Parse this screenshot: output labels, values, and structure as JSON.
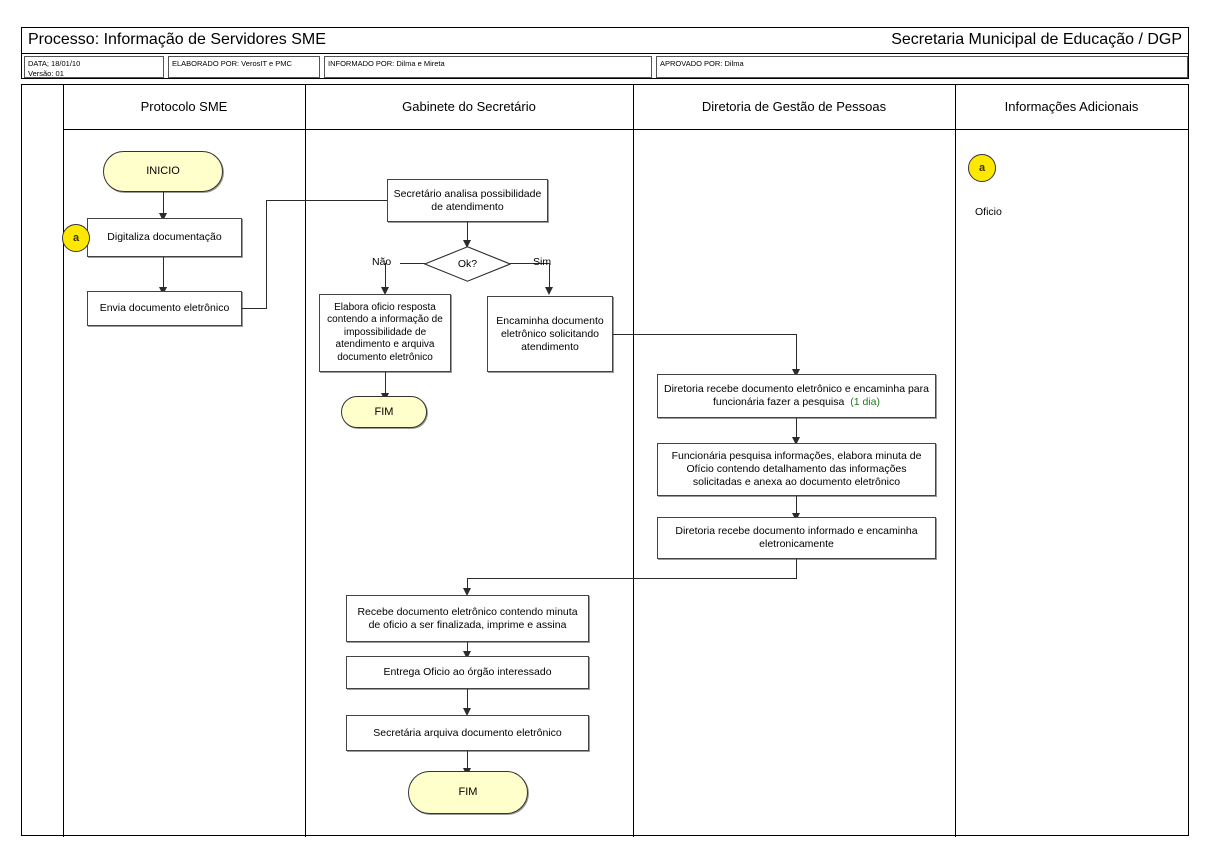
{
  "header": {
    "process_title": "Processo: Informação  de Servidores SME",
    "organization": "Secretaria Municipal de Educação / DGP",
    "meta": {
      "date_label": "DATA; 18/01/10",
      "version_label": "Versão: 01",
      "elaborated_by": "ELABORADO POR: VerosIT e PMC",
      "informed_by": "INFORMADO POR: Dilma e Mireta",
      "approved_by": "APROVADO POR:  Dilma"
    }
  },
  "lanes": [
    {
      "id": "protocolo",
      "title": "Protocolo SME"
    },
    {
      "id": "gabinete",
      "title": "Gabinete do Secretário"
    },
    {
      "id": "diretoria",
      "title": "Diretoria de Gestão de Pessoas"
    },
    {
      "id": "adicionais",
      "title": "Informações Adicionais"
    }
  ],
  "nodes": {
    "inicio": "INICIO",
    "digitaliza": "Digitaliza documentação",
    "envia": "Envia documento eletrônico",
    "secretario_analisa": "Secretário analisa possibilidade de atendimento",
    "decisao_ok": "Ok?",
    "branch_nao": "Não",
    "branch_sim": "Sim",
    "elabora_oficio": "Elabora oficio resposta contendo a informação de impossibilidade de atendimento e arquiva documento eletrônico",
    "fim_nao": "FIM",
    "encaminha": "Encaminha documento eletrônico solicitando atendimento",
    "diretoria_recebe": "Diretoria recebe documento eletrônico e encaminha para funcionária fazer a pesquisa",
    "diretoria_recebe_prazo": "(1 dia)",
    "funcionaria_pesquisa": "Funcionária pesquisa informações, elabora minuta de Ofício contendo detalhamento das informações solicitadas e anexa ao documento eletrônico",
    "diretoria_informado": "Diretoria recebe documento informado e encaminha eletronicamente",
    "recebe_minuta": "Recebe documento eletrônico contendo minuta de oficio a ser finalizada, imprime e assina",
    "entrega_oficio": "Entrega Oficio ao órgão interessado",
    "secretaria_arquiva": "Secretária arquiva documento eletrônico",
    "fim_final": "FIM"
  },
  "markers": {
    "a_process": "a",
    "a_legend": "a",
    "a_legend_text": "Oficio"
  },
  "colors": {
    "terminator_fill": "#ffffcc",
    "marker_fill": "#ffe800",
    "note_green": "#1e7a1e",
    "line": "#2b2b2b"
  }
}
